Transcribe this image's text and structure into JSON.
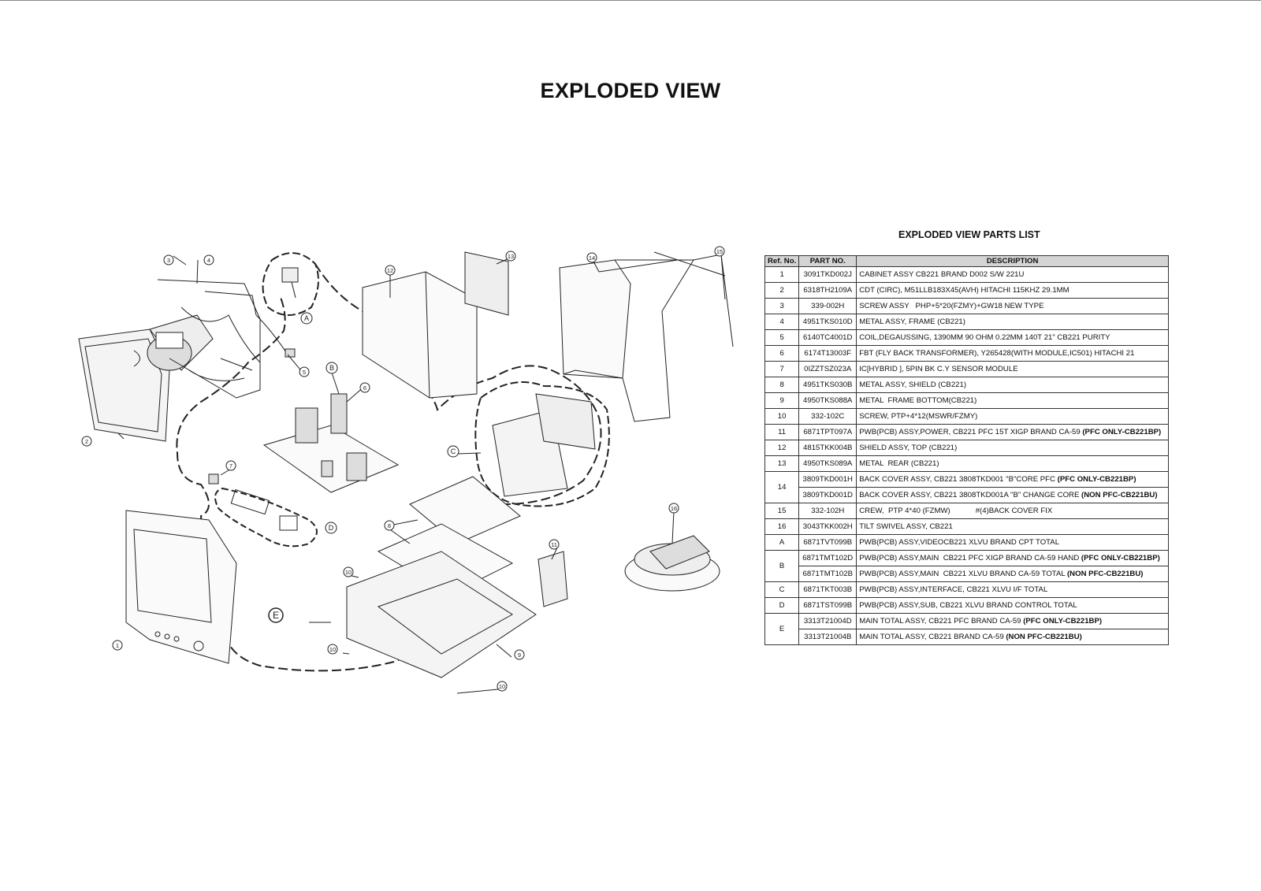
{
  "page": {
    "title": "EXPLODED VIEW"
  },
  "parts_list": {
    "title": "EXPLODED VIEW PARTS LIST",
    "headers": [
      "Ref. No.",
      "PART NO.",
      "DESCRIPTION"
    ],
    "rows": [
      {
        "ref": "1",
        "part": "3091TKD002J",
        "desc": "CABINET ASSY CB221 BRAND D002 S/W 221U",
        "desc_bold": ""
      },
      {
        "ref": "2",
        "part": "6318TH2109A",
        "desc": "CDT (CIRC), M51LLB183X45(AVH) HITACHI 115KHZ 29.1MM",
        "desc_bold": ""
      },
      {
        "ref": "3",
        "part": "339-002H",
        "desc": "SCREW ASSY   PHP+5*20(FZMY)+GW18 NEW TYPE",
        "desc_bold": ""
      },
      {
        "ref": "4",
        "part": "4951TKS010D",
        "desc": "METAL ASSY, FRAME (CB221)",
        "desc_bold": ""
      },
      {
        "ref": "5",
        "part": "6140TC4001D",
        "desc": "COIL,DEGAUSSING, 1390MM 90 OHM 0.22MM 140T 21\" CB221 PURITY",
        "desc_bold": ""
      },
      {
        "ref": "6",
        "part": "6174T13003F",
        "desc": "FBT (FLY BACK TRANSFORMER), Y265428(WITH MODULE,IC501) HITACHI 21",
        "desc_bold": ""
      },
      {
        "ref": "7",
        "part": "0IZZTSZ023A",
        "desc": "IC[HYBRID ], 5PIN BK C.Y SENSOR MODULE",
        "desc_bold": ""
      },
      {
        "ref": "8",
        "part": "4951TKS030B",
        "desc": "METAL ASSY, SHIELD (CB221)",
        "desc_bold": ""
      },
      {
        "ref": "9",
        "part": "4950TKS088A",
        "desc": "METAL  FRAME BOTTOM(CB221)",
        "desc_bold": ""
      },
      {
        "ref": "10",
        "part": "332-102C",
        "desc": "SCREW, PTP+4*12(MSWR/FZMY)",
        "desc_bold": ""
      },
      {
        "ref": "11",
        "part": "6871TPT097A",
        "desc": "PWB(PCB) ASSY,POWER, CB221 PFC 15T XIGP BRAND CA-59 ",
        "desc_bold": "(PFC ONLY-CB221BP)"
      },
      {
        "ref": "12",
        "part": "4815TKK004B",
        "desc": "SHIELD ASSY, TOP (CB221)",
        "desc_bold": ""
      },
      {
        "ref": "13",
        "part": "4950TKS089A",
        "desc": "METAL  REAR (CB221)",
        "desc_bold": ""
      },
      {
        "ref": "14",
        "part": "3809TKD001H",
        "desc": "BACK COVER ASSY, CB221 3808TKD001 \"B\"CORE PFC ",
        "desc_bold": "(PFC ONLY-CB221BP)"
      },
      {
        "ref": "",
        "part": "3809TKD001D",
        "desc": "BACK COVER ASSY, CB221 3808TKD001A \"B\" CHANGE CORE ",
        "desc_bold": "(NON PFC-CB221BU)"
      },
      {
        "ref": "15",
        "part": "332-102H",
        "desc": "CREW,  PTP 4*40 (FZMW)            #(4)BACK COVER FIX",
        "desc_bold": ""
      },
      {
        "ref": "16",
        "part": "3043TKK002H",
        "desc": "TILT SWIVEL ASSY, CB221",
        "desc_bold": ""
      },
      {
        "ref": "A",
        "part": "6871TVT099B",
        "desc": "PWB(PCB) ASSY,VIDEOCB221 XLVU BRAND CPT TOTAL",
        "desc_bold": ""
      },
      {
        "ref": "B",
        "part": "6871TMT102D",
        "desc": "PWB(PCB) ASSY,MAIN  CB221 PFC XIGP BRAND CA-59 HAND ",
        "desc_bold": "(PFC ONLY-CB221BP)"
      },
      {
        "ref": "",
        "part": "6871TMT102B",
        "desc": "PWB(PCB) ASSY,MAIN  CB221 XLVU BRAND CA-59 TOTAL ",
        "desc_bold": "(NON PFC-CB221BU)"
      },
      {
        "ref": "C",
        "part": "6871TKT003B",
        "desc": "PWB(PCB) ASSY,INTERFACE, CB221 XLVU I/F TOTAL",
        "desc_bold": ""
      },
      {
        "ref": "D",
        "part": "6871TST099B",
        "desc": "PWB(PCB) ASSY,SUB, CB221 XLVU BRAND CONTROL TOTAL",
        "desc_bold": ""
      },
      {
        "ref": "E",
        "part": "3313T21004D",
        "desc": "MAIN TOTAL ASSY, CB221 PFC BRAND CA-59 ",
        "desc_bold": "(PFC ONLY-CB221BP)"
      },
      {
        "ref": "",
        "part": "3313T21004B",
        "desc": "MAIN TOTAL ASSY, CB221 BRAND CA-59 ",
        "desc_bold": "(NON PFC-CB221BU)"
      }
    ]
  },
  "drawing": {
    "callouts": [
      "1",
      "2",
      "3",
      "4",
      "5",
      "6",
      "7",
      "8",
      "9",
      "10",
      "10",
      "10",
      "11",
      "12",
      "13",
      "14",
      "15",
      "16",
      "A",
      "B",
      "C",
      "D",
      "E"
    ]
  }
}
